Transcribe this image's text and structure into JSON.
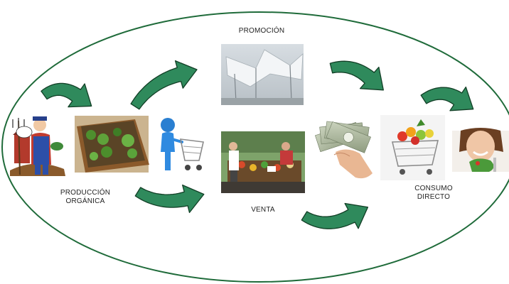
{
  "labels": {
    "promotion": "PROMOCIÓN",
    "production_line1": "PRODUCCIÓN",
    "production_line2": "ORGÁNICA",
    "sale": "VENTA",
    "consumption_line1": "CONSUMO",
    "consumption_line2": "DIRECTO"
  },
  "colors": {
    "ellipse_stroke": "#1f6b3a",
    "arrow_fill": "#2f8a5c",
    "arrow_stroke": "#123f26"
  },
  "images": [
    {
      "name": "farmer-illustration"
    },
    {
      "name": "raised-garden-bed-photo"
    },
    {
      "name": "shopping-cart-figure"
    },
    {
      "name": "tent-canopy-photo"
    },
    {
      "name": "market-stall-photo"
    },
    {
      "name": "money-hand-photo"
    },
    {
      "name": "produce-cart-photo"
    },
    {
      "name": "woman-eating-salad-photo"
    }
  ]
}
